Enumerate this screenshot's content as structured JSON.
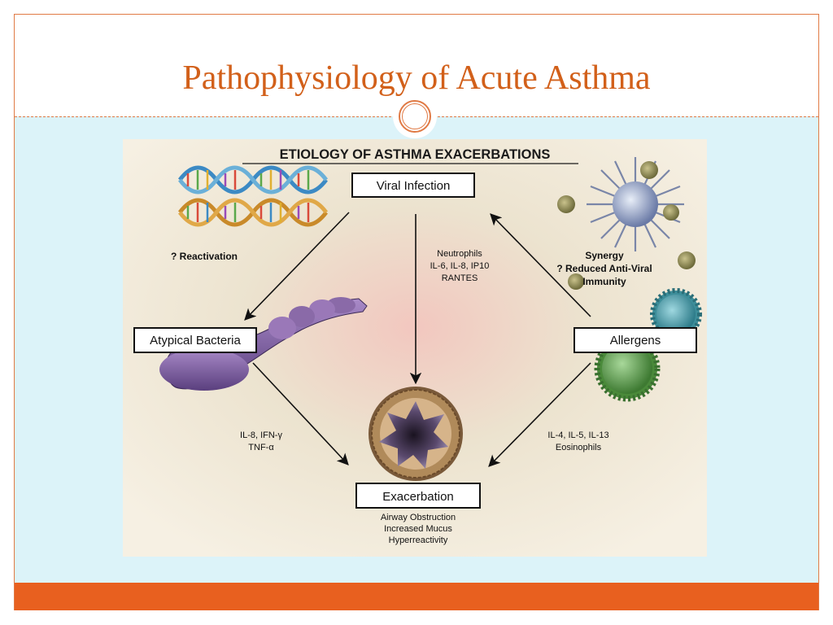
{
  "slide": {
    "title": "Pathophysiology of Acute Asthma",
    "accent_color": "#e8601f",
    "title_color": "#d2601a",
    "content_bg": "#dcf3f9"
  },
  "diagram": {
    "heading": "ETIOLOGY OF ASTHMA EXACERBATIONS",
    "nodes": {
      "viral_infection": "Viral Infection",
      "atypical_bacteria": "Atypical Bacteria",
      "allergens": "Allergens",
      "exacerbation": "Exacerbation"
    },
    "edge_labels": {
      "reactivation": "? Reactivation",
      "mediators_center": [
        "Neutrophils",
        "IL-6, IL-8, IP10",
        "RANTES"
      ],
      "synergy": [
        "Synergy",
        "? Reduced Anti-Viral",
        "Immunity"
      ],
      "bacteria_mediators": [
        "IL-8, IFN-γ",
        "TNF-α"
      ],
      "allergen_mediators": [
        "IL-4, IL-5, IL-13",
        "Eosinophils"
      ]
    },
    "exacerbation_effects": [
      "Airway Obstruction",
      "Increased Mucus",
      "Hyperreactivity"
    ],
    "icons": [
      "dna-helix-icon",
      "bacterium-icon",
      "virus-icon",
      "pollen-icon",
      "airway-cross-section-icon"
    ]
  }
}
